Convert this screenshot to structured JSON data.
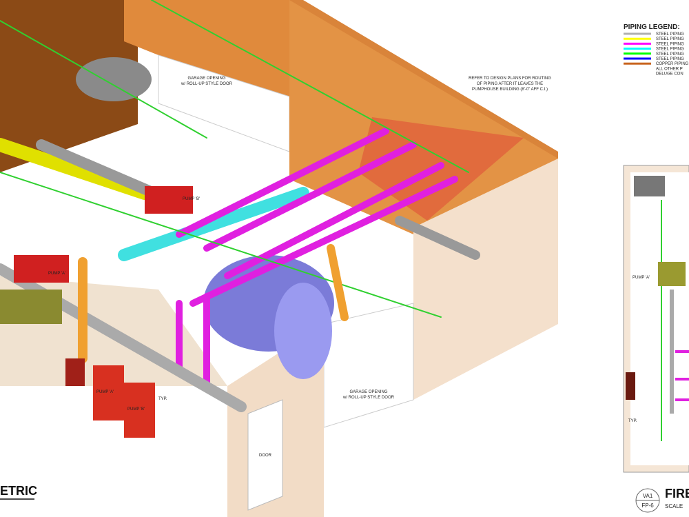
{
  "drawing": {
    "isometric_title": "ETRIC",
    "plan_title": "FIRE",
    "plan_scale": "SCALE",
    "detail_number": "VA1",
    "sheet_number": "FP-6",
    "note": [
      "REFER TO DESIGN PLANS FOR ROUTING",
      "OF PIPING AFTER IT LEAVES THE",
      "PUMPHOUSE BUILDING (8'-0\" AFF C.I.)"
    ],
    "garage_label_top": [
      "GARAGE OPENING",
      "w/ ROLL-UP STYLE DOOR"
    ],
    "garage_label_bottom": [
      "GARAGE OPENING",
      "w/ ROLL-UP STYLE DOOR"
    ],
    "door_label": "DOOR",
    "pump_a": "PUMP 'A'",
    "pump_b": "PUMP 'B'",
    "typ": "TYP.",
    "plan_pump_label": "PUMP 'A'",
    "plan_typ": "TYP."
  },
  "legend": {
    "title": "PIPING LEGEND:",
    "items": [
      {
        "label": "STEEL PIPING",
        "color": "#b0b0b0"
      },
      {
        "label": "STEEL PIPING",
        "color": "#ffff00"
      },
      {
        "label": "STEEL PIPING",
        "color": "#ff00ff"
      },
      {
        "label": "STEEL PIPING",
        "color": "#00ffff"
      },
      {
        "label": "STEEL PIPING",
        "color": "#00ff00"
      },
      {
        "label": "STEEL PIPING",
        "color": "#0000ff"
      },
      {
        "label": "COPPER PIPING",
        "color": "#c8641e"
      },
      {
        "label": "ALL OTHER P",
        "color": null
      },
      {
        "label": "DELUGE CON",
        "color": null
      }
    ]
  }
}
